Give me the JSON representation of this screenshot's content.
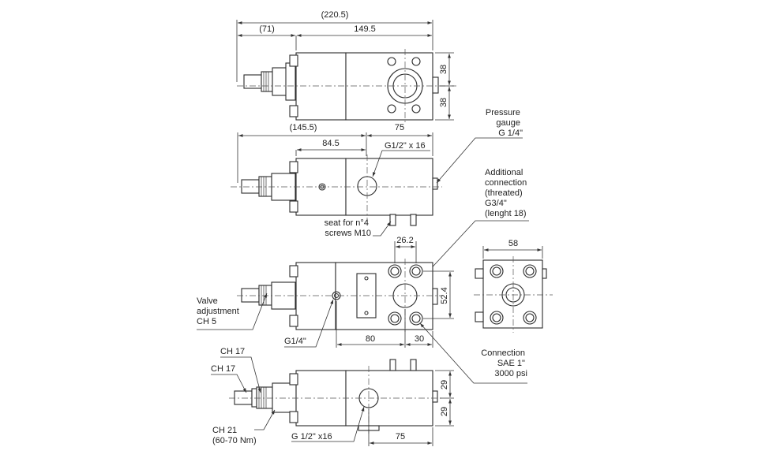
{
  "dimensions": {
    "top_overall": "(220.5)",
    "top_adjuster": "(71)",
    "top_body": "149.5",
    "top_h1": "38",
    "top_h2": "38",
    "front_overall": "(145.5)",
    "front_offset": "84.5",
    "front_body": "75",
    "side_width": "58",
    "rear_port_pitch": "26.2",
    "rear_height": "52.4",
    "rear_offset": "80",
    "rear_port_offset": "30",
    "bottom_h1": "29",
    "bottom_h2": "29",
    "bottom_body": "75"
  },
  "callouts": {
    "pressure_gauge": [
      "Pressure",
      "gauge",
      "G 1/4\""
    ],
    "additional_connection": [
      "Additional",
      "connection",
      "(threated)",
      "G3/4\"",
      "(lenght 18)"
    ],
    "inlet_port_front": "G1/2\" x 16",
    "seat_screws": [
      "seat for n°4",
      "screws M10"
    ],
    "valve_adjustment": [
      "Valve",
      "adjustment",
      "CH 5"
    ],
    "gauge_port": "G1/4\"",
    "connection_sae": [
      "Connection",
      "SAE 1\"",
      "3000 psi"
    ],
    "wrench_a": "CH 17",
    "wrench_b": "CH 17",
    "wrench_c": [
      "CH 21",
      "(60-70 Nm)"
    ],
    "inlet_port_bottom": "G 1/2\" x16"
  }
}
